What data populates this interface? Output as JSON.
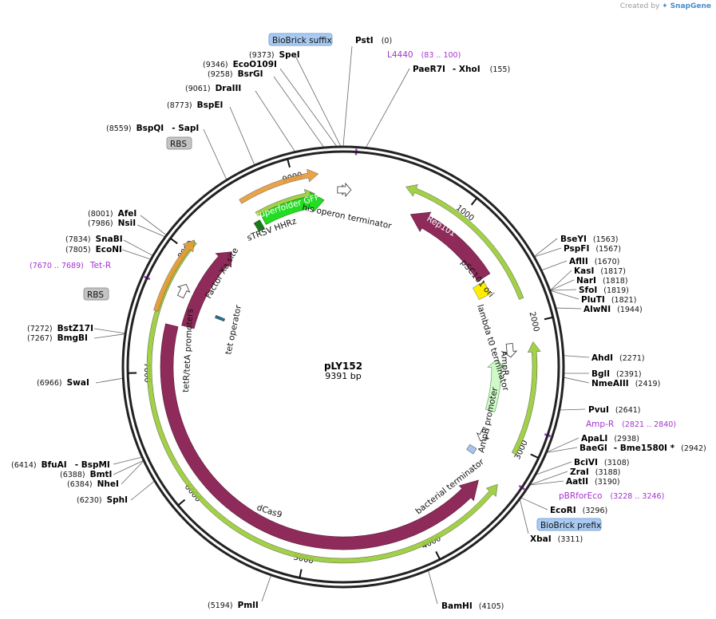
{
  "credit": {
    "prefix": "Created by",
    "brand": "SnapGene"
  },
  "plasmid": {
    "name": "pLY152",
    "size_label": "9391 bp"
  },
  "ticks": [
    "1000",
    "2000",
    "3000",
    "4000",
    "5000",
    "6000",
    "7000",
    "8000",
    "9000"
  ],
  "enzymes": [
    {
      "id": "psti",
      "name": "PstI",
      "pos": "(0)"
    },
    {
      "id": "paer7i",
      "name": "PaeR7I",
      "sep": "- XhoI",
      "pos": "(155)"
    },
    {
      "id": "spei",
      "name": "SpeI",
      "pos": "(9373)"
    },
    {
      "id": "ecoo109i",
      "name": "EcoO109I",
      "pos": "(9346)"
    },
    {
      "id": "bsrgi",
      "name": "BsrGI",
      "pos": "(9258)"
    },
    {
      "id": "draiii",
      "name": "DraIII",
      "pos": "(9061)"
    },
    {
      "id": "bspei",
      "name": "BspEI",
      "pos": "(8773)"
    },
    {
      "id": "bspqi",
      "name": "BspQI",
      "sep": "- SapI",
      "pos": "(8559)"
    },
    {
      "id": "afei",
      "name": "AfeI",
      "pos": "(8001)"
    },
    {
      "id": "nsii",
      "name": "NsiI",
      "pos": "(7986)"
    },
    {
      "id": "snabi",
      "name": "SnaBI",
      "pos": "(7834)"
    },
    {
      "id": "econi",
      "name": "EcoNI",
      "pos": "(7805)"
    },
    {
      "id": "bstz17i",
      "name": "BstZ17I",
      "pos": "(7272)"
    },
    {
      "id": "bmgbi",
      "name": "BmgBI",
      "pos": "(7267)"
    },
    {
      "id": "swai",
      "name": "SwaI",
      "pos": "(6966)"
    },
    {
      "id": "bfuai",
      "name": "BfuAI",
      "sep": "- BspMI",
      "pos": "(6414)"
    },
    {
      "id": "bmti",
      "name": "BmtI",
      "pos": "(6388)"
    },
    {
      "id": "nhei",
      "name": "NheI",
      "pos": "(6384)"
    },
    {
      "id": "sphi",
      "name": "SphI",
      "pos": "(6230)"
    },
    {
      "id": "pmli",
      "name": "PmlI",
      "pos": "(5194)"
    },
    {
      "id": "bamhi",
      "name": "BamHI",
      "pos": "(4105)"
    },
    {
      "id": "bseyi",
      "name": "BseYI",
      "pos": "(1563)"
    },
    {
      "id": "pspfi",
      "name": "PspFI",
      "pos": "(1567)"
    },
    {
      "id": "afiii",
      "name": "AflII",
      "pos": "(1670)"
    },
    {
      "id": "kasi",
      "name": "KasI",
      "pos": "(1817)"
    },
    {
      "id": "nari",
      "name": "NarI",
      "pos": "(1818)"
    },
    {
      "id": "sfoi",
      "name": "SfoI",
      "pos": "(1819)"
    },
    {
      "id": "pluti",
      "name": "PluTI",
      "pos": "(1821)"
    },
    {
      "id": "alwni",
      "name": "AlwNI",
      "pos": "(1944)"
    },
    {
      "id": "ahdi",
      "name": "AhdI",
      "pos": "(2271)"
    },
    {
      "id": "bgli",
      "name": "BglI",
      "pos": "(2391)"
    },
    {
      "id": "nmeaiii",
      "name": "NmeAIII",
      "pos": "(2419)"
    },
    {
      "id": "pvui",
      "name": "PvuI",
      "pos": "(2641)"
    },
    {
      "id": "apali",
      "name": "ApaLI",
      "pos": "(2938)"
    },
    {
      "id": "baegi",
      "name": "BaeGI",
      "sep": "- Bme1580I *",
      "pos": "(2942)"
    },
    {
      "id": "bcivi",
      "name": "BciVI",
      "pos": "(3108)"
    },
    {
      "id": "zrai",
      "name": "ZraI",
      "pos": "(3188)"
    },
    {
      "id": "aatii",
      "name": "AatII",
      "pos": "(3190)"
    },
    {
      "id": "ecori",
      "name": "EcoRI",
      "pos": "(3296)"
    },
    {
      "id": "xbai",
      "name": "XbaI",
      "pos": "(3311)"
    }
  ],
  "primers": [
    {
      "id": "l4440",
      "name": "L4440",
      "range": "(83 .. 100)"
    },
    {
      "id": "tetr",
      "name": "Tet-R",
      "range": "(7670 .. 7689)"
    },
    {
      "id": "ampr",
      "name": "Amp-R",
      "range": "(2821 .. 2840)"
    },
    {
      "id": "pbrforeco",
      "name": "pBRforEco",
      "range": "(3228 .. 3246)"
    }
  ],
  "pills": {
    "biobrick_suffix": "BioBrick suffix",
    "biobrick_prefix": "BioBrick prefix",
    "rbs_top": "RBS",
    "rbs_left": "RBS"
  },
  "features": {
    "superfolder_gfp": "superfolder GFP",
    "strsv_hhrz": "sTRSV HHRz",
    "his_operon_terminator": "his operon terminator",
    "rep101": "Rep101",
    "psc101_ori": "pSC101 ori",
    "lambda_t0_terminator": "lambda t0 terminator",
    "ampr": "AmpR",
    "ampr_promoter": "AmpR promoter",
    "bacterial_terminator": "bacterial terminator",
    "dcas9": "dCas9",
    "tetr_teta_promoters": "tetR/tetA promoters",
    "tet_operator": "tet operator",
    "tetr": "TetR",
    "factor_xa_site": "Factor Xa site"
  },
  "colors": {
    "cds": "#8e2b5a",
    "gfp": "#22dd22",
    "ori": "#ffee00",
    "terminator": "#ffffff",
    "primer": "#a333cc",
    "pill_blue": "#a9cbf2",
    "pill_gray": "#c4c4c4",
    "orf_orange": "#e89b34",
    "orf_green": "#99cc33"
  }
}
